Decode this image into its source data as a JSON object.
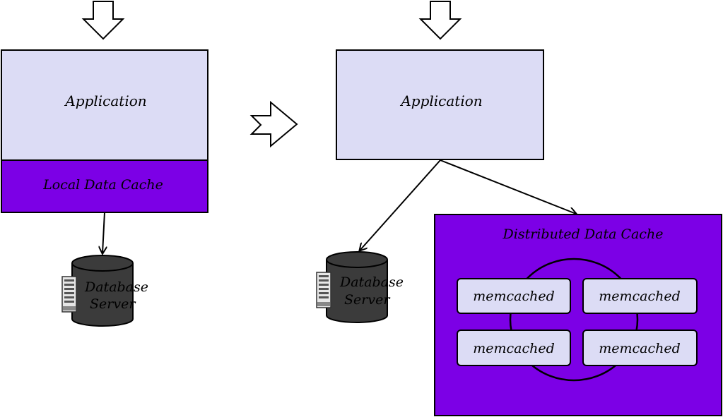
{
  "left": {
    "application_label": "Application",
    "cache_label": "Local Data Cache",
    "database_label_line1": "Database",
    "database_label_line2": "Server"
  },
  "right": {
    "application_label": "Application",
    "database_label_line1": "Database",
    "database_label_line2": "Server",
    "distributed_cache": {
      "title": "Distributed Data Cache",
      "nodes": [
        "memcached",
        "memcached",
        "memcached",
        "memcached"
      ]
    }
  },
  "colors": {
    "application_fill": "#dcdcf5",
    "cache_fill": "#7c00e6",
    "database_fill": "#3b3b3b",
    "node_fill": "#dcdcf5"
  },
  "icons": {
    "input_arrow": "down-arrow-icon",
    "transition_arrow": "right-arrow-icon",
    "server": "server-tower-icon"
  }
}
